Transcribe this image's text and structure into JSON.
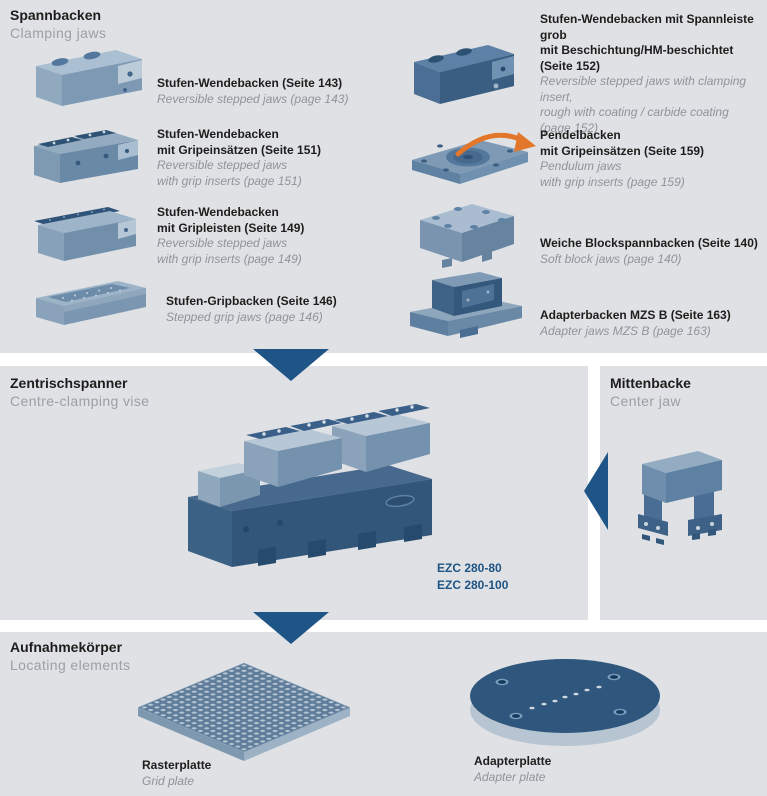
{
  "colors": {
    "background": "#dfe1e4",
    "arrow_blue": "#1f5586",
    "accent_orange": "#e2772b",
    "text_dark": "#1d1d1b",
    "text_gray": "#8f939b",
    "model_blue": "#1d5484"
  },
  "sections": {
    "spannbacken": {
      "de": "Spannbacken",
      "en": "Clamping jaws"
    },
    "zentrischspanner": {
      "de": "Zentrischspanner",
      "en": "Centre-clamping vise",
      "models": "EZC 280-80\nEZC 280-100"
    },
    "mittenbacke": {
      "de": "Mittenbacke",
      "en": "Center jaw"
    },
    "aufnahmekoerper": {
      "de": "Aufnahmekörper",
      "en": "Locating elements"
    }
  },
  "products": {
    "left": [
      {
        "de": "Stufen-Wendebacken (Seite 143)",
        "en": "Reversible stepped jaws (page 143)"
      },
      {
        "de": "Stufen-Wendebacken\nmit Gripeinsätzen (Seite 151)",
        "en": "Reversible stepped jaws\nwith grip inserts (page 151)"
      },
      {
        "de": "Stufen-Wendebacken\nmit Gripleisten (Seite 149)",
        "en": "Reversible stepped jaws\nwith grip inserts (page 149)"
      },
      {
        "de": "Stufen-Gripbacken (Seite 146)",
        "en": "Stepped grip jaws (page 146)"
      }
    ],
    "right": [
      {
        "de": "Stufen-Wendebacken mit Spannleiste grob\nmit Beschichtung/HM-beschichtet\n(Seite 152)",
        "en": "Reversible stepped jaws with clamping insert,\nrough with coating / carbide coating\n(page 152)"
      },
      {
        "de": "Pendelbacken\nmit Gripeinsätzen (Seite 159)",
        "en": "Pendulum jaws\nwith grip inserts (page 159)"
      },
      {
        "de": "Weiche Blockspannbacken (Seite 140)",
        "en": "Soft block jaws (page 140)"
      },
      {
        "de": "Adapterbacken MZS B (Seite 163)",
        "en": "Adapter jaws MZS B (page 163)"
      }
    ],
    "bottom": [
      {
        "de": "Rasterplatte",
        "en": "Grid plate"
      },
      {
        "de": "Adapterplatte",
        "en": "Adapter plate"
      }
    ]
  }
}
